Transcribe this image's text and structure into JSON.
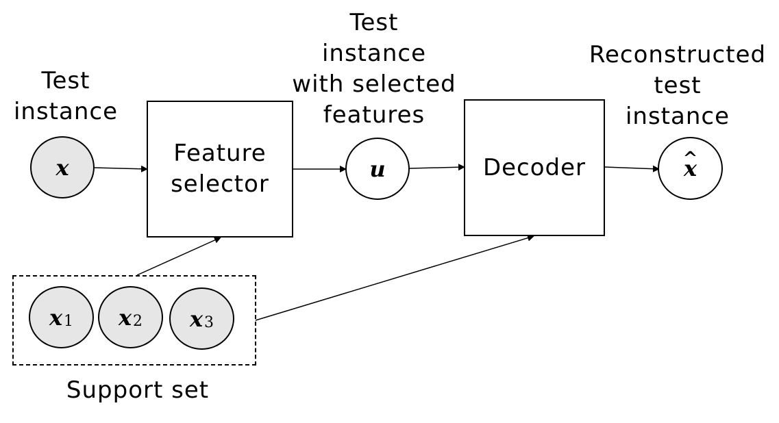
{
  "labels": {
    "test_instance": [
      "Test",
      "instance"
    ],
    "test_instance_selected": [
      "Test",
      "instance",
      "with selected",
      "features"
    ],
    "reconstructed": [
      "Reconstructed",
      "test",
      "instance"
    ],
    "support_set": "Support set"
  },
  "boxes": {
    "feature_selector": [
      "Feature",
      "selector"
    ],
    "decoder": "Decoder"
  },
  "nodes": {
    "x": "x",
    "u": "u",
    "x_hat": "x",
    "x_hat_accent": "^",
    "x1": "x",
    "x1_sub": "1",
    "x2": "x",
    "x2_sub": "2",
    "x3": "x",
    "x3_sub": "3"
  },
  "colors": {
    "shaded_node": "#e6e6e6",
    "plain_node": "#ffffff",
    "stroke": "#000000"
  }
}
